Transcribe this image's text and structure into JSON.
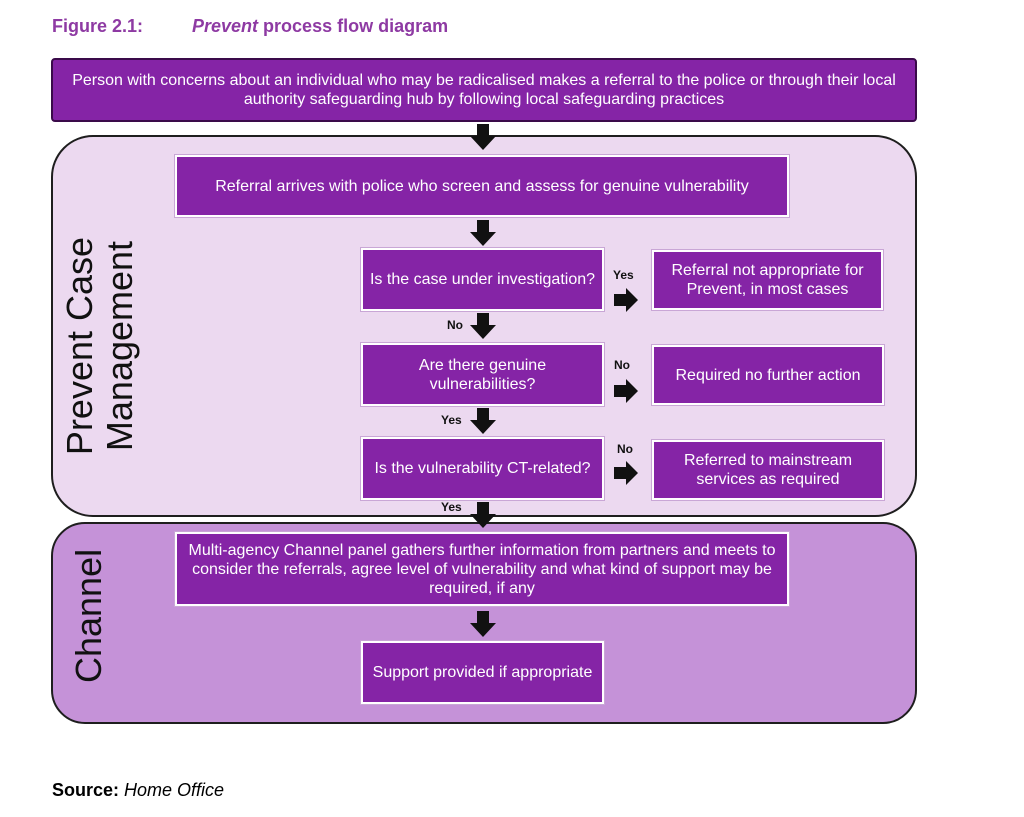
{
  "figure": {
    "label": "Figure 2.1:",
    "title_emphasis": "Prevent",
    "title_rest": " process flow diagram"
  },
  "flow": {
    "referral": "Person with concerns about an individual who may be radicalised makes a referral to the police or through their local authority safeguarding hub by following local safeguarding practices",
    "arrives": "Referral arrives with police who screen and assess for genuine vulnerability",
    "q_investigation": "Is the case under investigation?",
    "r_not_appropriate": "Referral not appropriate for Prevent, in most cases",
    "q_vulnerabilities": "Are there genuine vulnerabilities?",
    "r_no_action": "Required no further action",
    "q_ct_related": "Is the vulnerability CT-related?",
    "r_mainstream": "Referred to mainstream services as required",
    "channel_panel": "Multi-agency Channel panel gathers further information from partners and meets to consider the referrals, agree level of vulnerability and what kind of support may be required, if any",
    "support": "Support provided if appropriate"
  },
  "sections": {
    "pcm_line1": "Prevent Case",
    "pcm_line2": "Management",
    "channel": "Channel"
  },
  "labels": {
    "yes1": "Yes",
    "no1": "No",
    "no2": "No",
    "yes2": "Yes",
    "no3": "No",
    "yes3": "Yes"
  },
  "source": {
    "label": "Source:",
    "text": " Home Office"
  },
  "colors": {
    "box_fill": "#8524a6",
    "pcm_panel": "#ecd9f0",
    "channel_panel": "#c592d8",
    "title": "#8e3aa3"
  }
}
